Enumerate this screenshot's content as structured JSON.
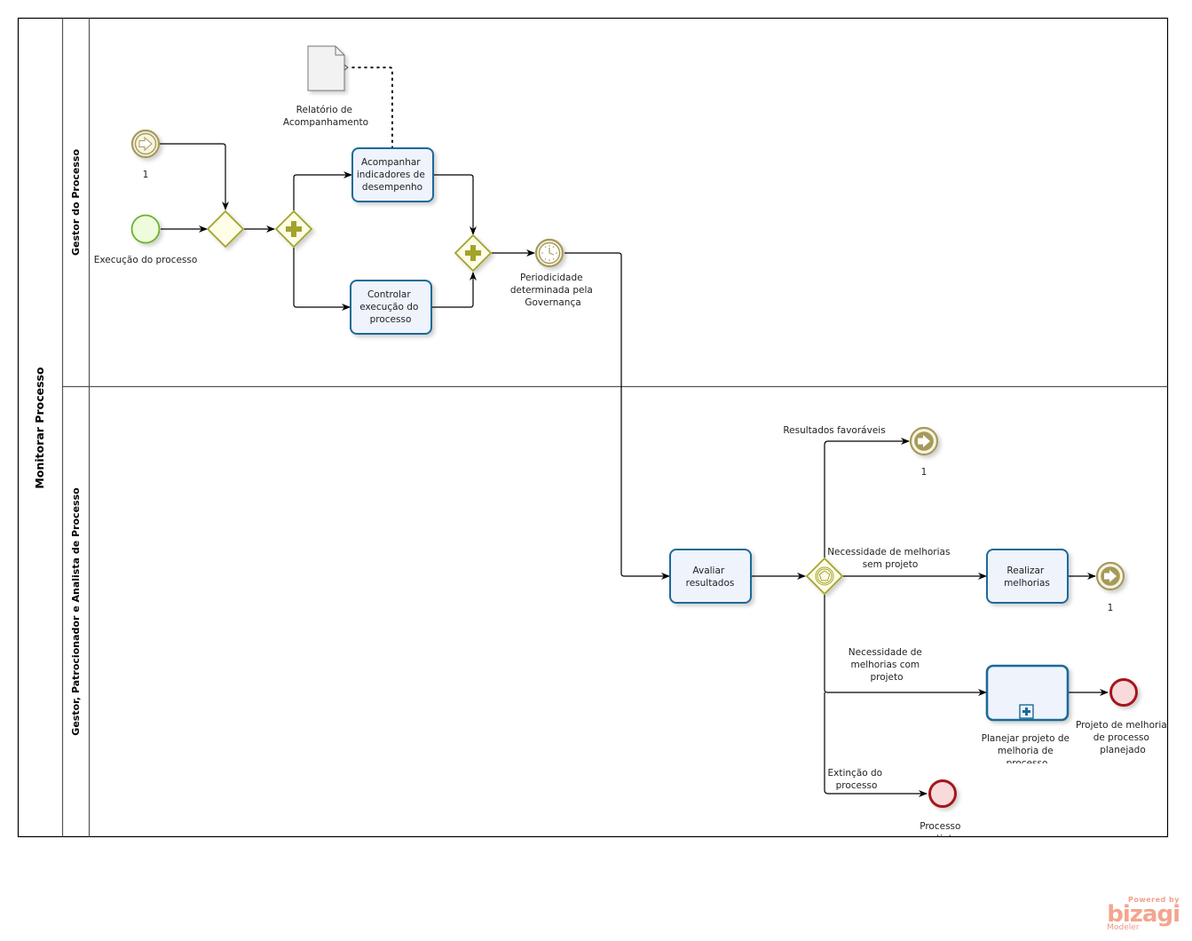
{
  "pool": {
    "title": "Monitorar Processo"
  },
  "lanes": [
    {
      "title": "Gestor do Processo"
    },
    {
      "title": "Gestor, Patrocionador e Analista de Processo"
    }
  ],
  "events": {
    "link_catch": {
      "label": "1"
    },
    "start": {
      "label": "Execução do processo"
    },
    "timer": {
      "label_lines": [
        "Periodicidade",
        "determinada pela",
        "Governança"
      ]
    },
    "link_throw_1": {
      "label": "1"
    },
    "link_throw_2": {
      "label": "1"
    },
    "end_projeto": {
      "label_lines": [
        "Projeto de melhoria",
        "de processo",
        "planejado"
      ]
    },
    "end_processo": {
      "label_lines": [
        "Processo",
        "extinto"
      ]
    }
  },
  "artifacts": {
    "document": {
      "label_lines": [
        "Relatório de",
        "Acompanhamento"
      ]
    }
  },
  "tasks": {
    "acompanhar": {
      "lines": [
        "Acompanhar",
        "indicadores de",
        "desempenho"
      ]
    },
    "controlar": {
      "lines": [
        "Controlar",
        "execução do",
        "processo"
      ]
    },
    "avaliar": {
      "lines": [
        "Avaliar",
        "resultados"
      ]
    },
    "realizar": {
      "lines": [
        "Realizar",
        "melhorias"
      ]
    },
    "planejar": {
      "lines": [
        "Planejar projeto de",
        "melhoria de",
        "processo"
      ]
    }
  },
  "flows": {
    "favoraveis": {
      "label": "Resultados favoráveis"
    },
    "sem_projeto": {
      "label_lines": [
        "Necessidade de melhorias",
        "sem projeto"
      ]
    },
    "com_projeto": {
      "label_lines": [
        "Necessidade de",
        "melhorias com",
        "projeto"
      ]
    },
    "extincao": {
      "label_lines": [
        "Extinção do",
        "processo"
      ]
    }
  },
  "branding": {
    "powered": "Powered by",
    "brand": "bizagi",
    "product": "Modeler"
  },
  "colors": {
    "task_stroke": "#1d6a96",
    "task_fill": "#eef3fc",
    "gateway_stroke": "#a3a32a",
    "gateway_fill": "#fdfde8",
    "gateway_marker": "#a3a32a",
    "start_stroke": "#6bb22d",
    "start_fill": "#eefbdc",
    "end_stroke": "#a3161c",
    "end_fill": "#f9dadb",
    "intermediate_stroke": "#a59a5a",
    "intermediate_fill": "#f7f4e2"
  }
}
